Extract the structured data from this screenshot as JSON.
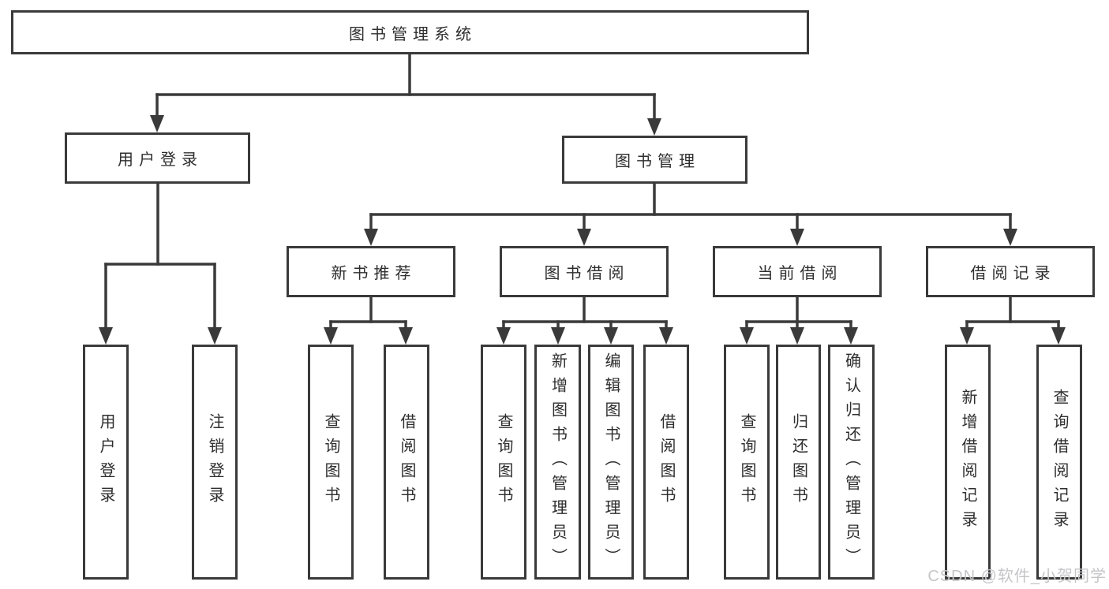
{
  "tree": {
    "root": {
      "label": "图书管理系统"
    },
    "branches": [
      {
        "label": "用户登录",
        "leaves": [
          {
            "label": "用户登录"
          },
          {
            "label": "注销登录"
          }
        ]
      },
      {
        "label": "图书管理",
        "groups": [
          {
            "label": "新书推荐",
            "leaves": [
              {
                "label": "查询图书"
              },
              {
                "label": "借阅图书"
              }
            ]
          },
          {
            "label": "图书借阅",
            "leaves": [
              {
                "label": "查询图书"
              },
              {
                "label": "新增图书（管理员）"
              },
              {
                "label": "编辑图书（管理员）"
              },
              {
                "label": "借阅图书"
              }
            ]
          },
          {
            "label": "当前借阅",
            "leaves": [
              {
                "label": "查询图书"
              },
              {
                "label": "归还图书"
              },
              {
                "label": "确认归还（管理员）"
              }
            ]
          },
          {
            "label": "借阅记录",
            "leaves": [
              {
                "label": "新增借阅记录"
              },
              {
                "label": "查询借阅记录"
              }
            ]
          }
        ]
      }
    ]
  },
  "watermark": {
    "text": "CSDN @软件_小贺同学"
  },
  "colors": {
    "line": "#3a3a3a",
    "text": "#2e2e2e",
    "background": "#ffffff",
    "watermark": "#c7c5c8"
  }
}
